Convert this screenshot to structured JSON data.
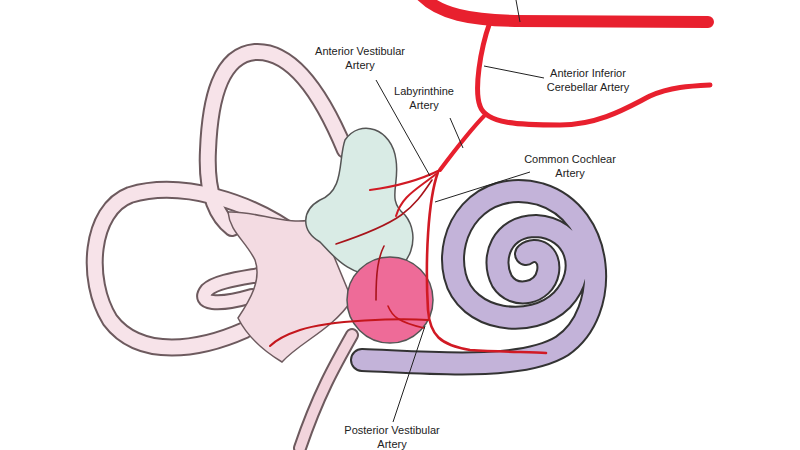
{
  "diagram": {
    "labels": [
      "Anterior Vestibular Artery",
      "Labyrinthine Artery",
      "Anterior Inferior Cerebellar Artery",
      "Common Cochlear Artery",
      "Posterior Vestibular Artery"
    ]
  }
}
